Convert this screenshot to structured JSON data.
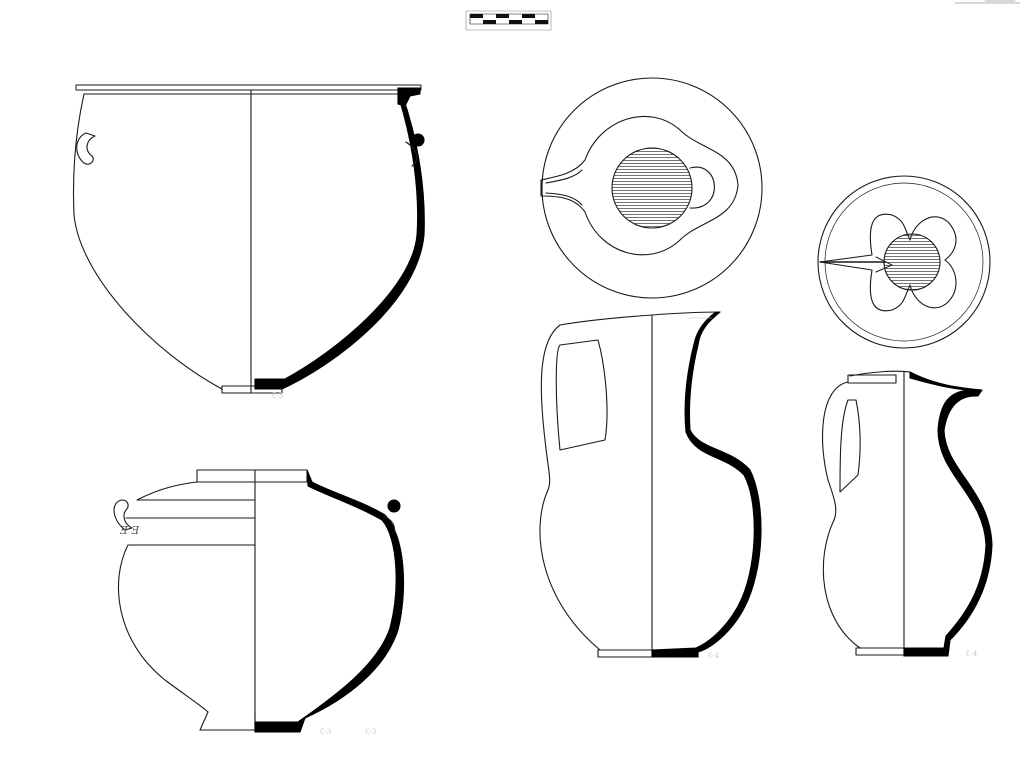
{
  "sheet": {
    "background": "#ffffff",
    "line_color": "#1a1a1a",
    "section_fill": "#000000",
    "hatch_color": "#444444"
  },
  "annotations": {
    "krater_mark": "Ǝ Ǝ",
    "tag_a": "Ɛ-3",
    "tag_b": "Ɛ-3",
    "tag_c": "Ɛ-3",
    "tag_d": "Ɛ-4",
    "tag_e": "Ɛ-4"
  },
  "icons": {
    "scale_bar": "scale-bar-icon",
    "corner_mark": "corner-mark-icon"
  }
}
